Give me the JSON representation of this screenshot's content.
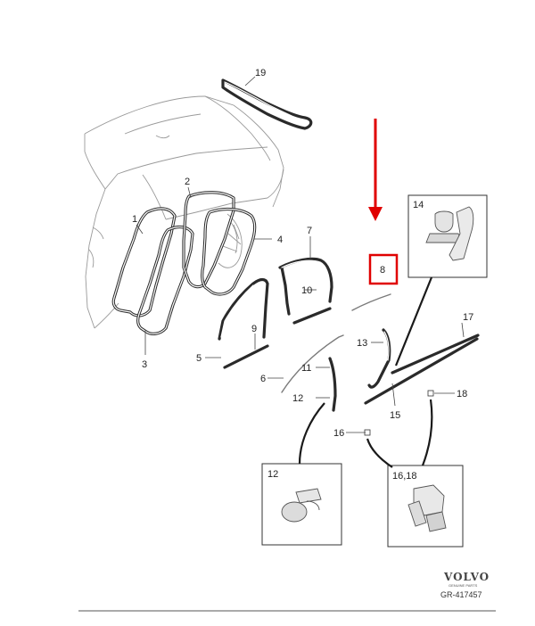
{
  "callouts": {
    "c1": "1",
    "c2": "2",
    "c3": "3",
    "c4": "4",
    "c5": "5",
    "c6": "6",
    "c7": "7",
    "c8": "8",
    "c9": "9",
    "c10": "10",
    "c11": "11",
    "c12": "12",
    "c13": "13",
    "c14": "14",
    "c15": "15",
    "c16": "16",
    "c17": "17",
    "c18": "18",
    "c19": "19"
  },
  "insets": {
    "clip14": "14",
    "clip12": "12",
    "clip1618": "16,18"
  },
  "highlight": {
    "part": "8",
    "color": "#e00000"
  },
  "logo": {
    "brand": "VOLVO",
    "sub": "GENUINE PARTS"
  },
  "doc_ref": "GR-417457"
}
